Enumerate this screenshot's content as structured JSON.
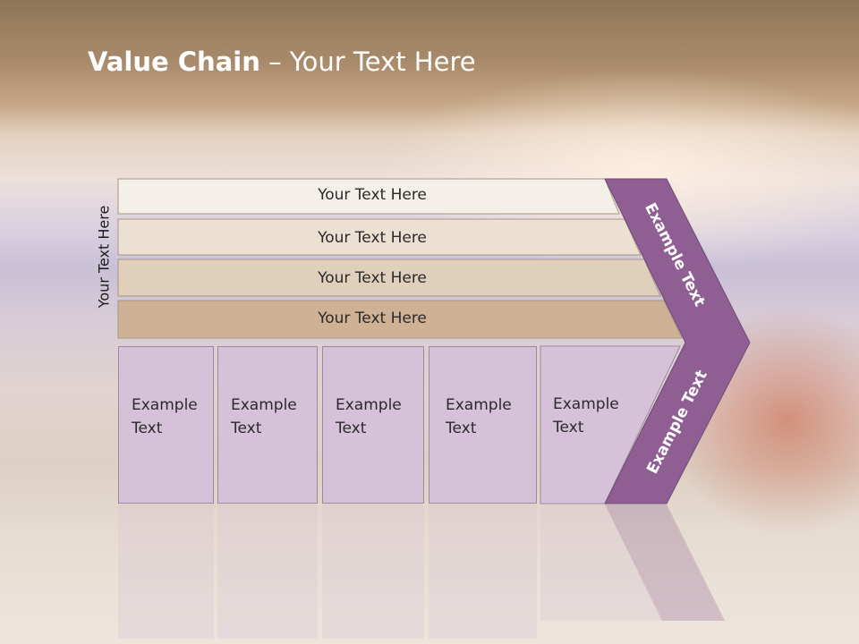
{
  "slide": {
    "title_bold": "Value Chain",
    "title_rest": " – Your Text Here",
    "side_label": "Your Text Here",
    "bands": [
      "Your Text Here",
      "Your Text Here",
      "Your Text Here",
      "Your Text Here"
    ],
    "columns": [
      {
        "line1": "Example",
        "line2": "Text"
      },
      {
        "line1": "Example",
        "line2": "Text"
      },
      {
        "line1": "Example",
        "line2": "Text"
      },
      {
        "line1": "Example",
        "line2": "Text"
      },
      {
        "line1": "Example",
        "line2": "Text"
      }
    ],
    "arrow_upper_label": "Example Text",
    "arrow_lower_label": "Example Text"
  },
  "colors": {
    "band1": "#f5efe9",
    "band2": "#ece0d2",
    "band3": "#e0cfba",
    "band4": "#cfb295",
    "column": "#d6c2d8",
    "arrow": "#8f5f93",
    "title_text": "#ffffff"
  }
}
